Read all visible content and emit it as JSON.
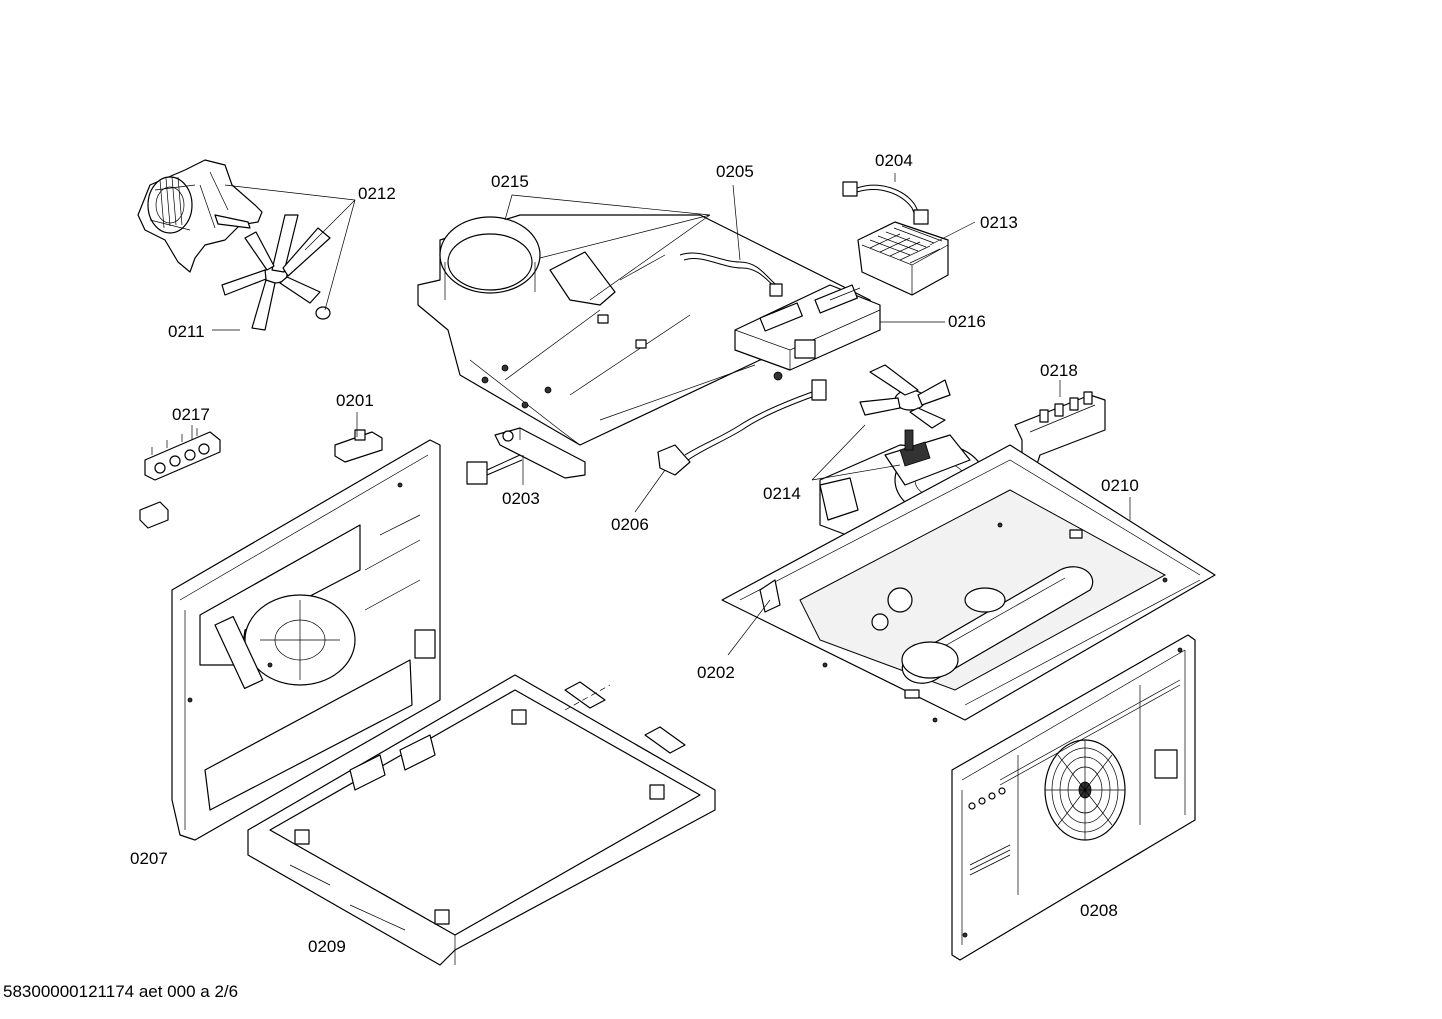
{
  "labels": {
    "p0212": "0212",
    "p0211": "0211",
    "p0215": "0215",
    "p0205": "0205",
    "p0204": "0204",
    "p0213": "0213",
    "p0216": "0216",
    "p0218": "0218",
    "p0217": "0217",
    "p0201": "0201",
    "p0203": "0203",
    "p0206": "0206",
    "p0214": "0214",
    "p0210": "0210",
    "p0202": "0202",
    "p0207": "0207",
    "p0209": "0209",
    "p0208": "0208"
  },
  "footer": {
    "document_id": "58300000121174 aet 000 a 2/6"
  }
}
